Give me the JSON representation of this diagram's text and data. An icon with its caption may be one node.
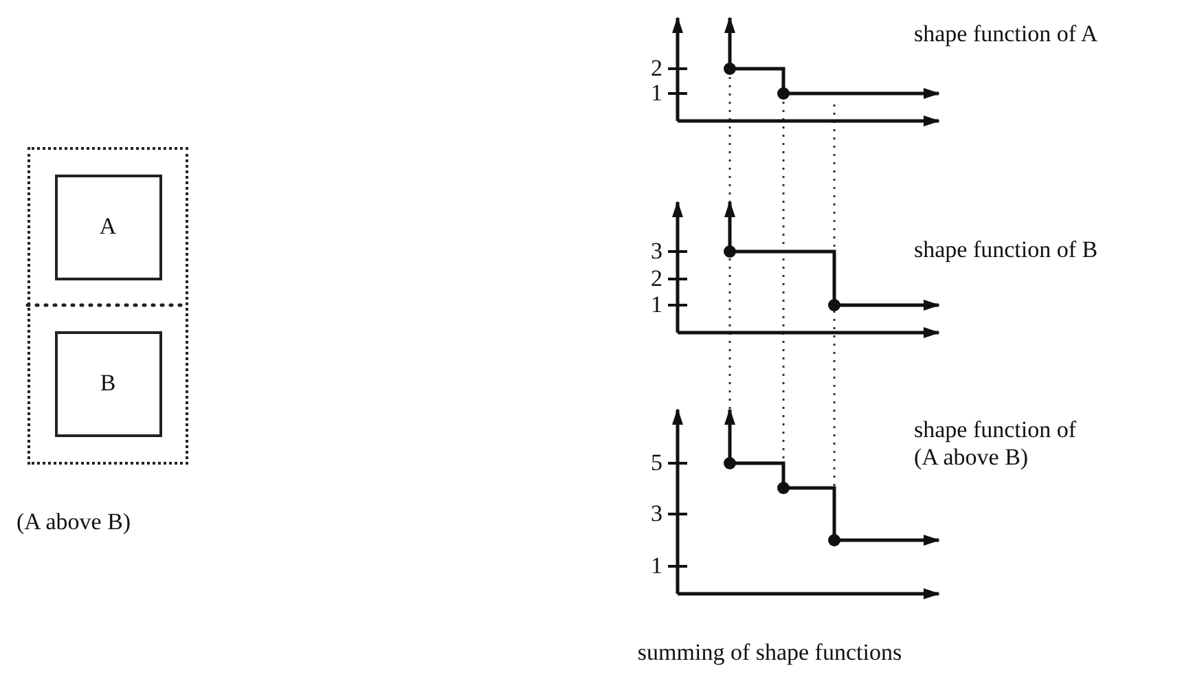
{
  "diagram": {
    "nodes": [
      {
        "text": [],
        "shape": "box"
      },
      {
        "text": [
          "A"
        ],
        "in": 0
      },
      {
        "text": [
          "B"
        ],
        "in": 0
      }
    ],
    "edges": [],
    "labels": [
      "shape function of A",
      "2",
      "1",
      "shape function of B",
      "3",
      "2",
      "1",
      "shape function of (A above B)",
      "5",
      "3",
      "1",
      "(A above B)",
      "summing of shape functions"
    ]
  }
}
